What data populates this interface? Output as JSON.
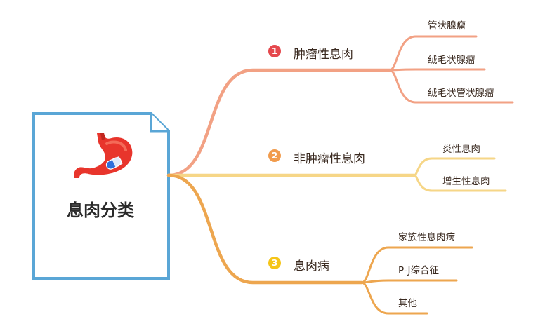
{
  "root": {
    "label": "息肉分类",
    "icon": "stomach-icon"
  },
  "branches": [
    {
      "number": "1",
      "label": "肿瘤性息肉",
      "color": "#f2a184",
      "badge_color": "#e5484d",
      "leaves": [
        "管状腺瘤",
        "绒毛状腺瘤",
        "绒毛状管状腺瘤"
      ]
    },
    {
      "number": "2",
      "label": "非肿瘤性息肉",
      "color": "#f6d687",
      "badge_color": "#f19b4c",
      "leaves": [
        "炎性息肉",
        "增生性息肉"
      ]
    },
    {
      "number": "3",
      "label": "息肉病",
      "color": "#eda64f",
      "badge_color": "#f5c518",
      "leaves": [
        "家族性息肉病",
        "P-J综合征",
        "其他"
      ]
    }
  ],
  "colors": {
    "card_border": "#5aa6d6",
    "stomach_red": "#e8352c",
    "pill_blue": "#2f6fdc"
  }
}
